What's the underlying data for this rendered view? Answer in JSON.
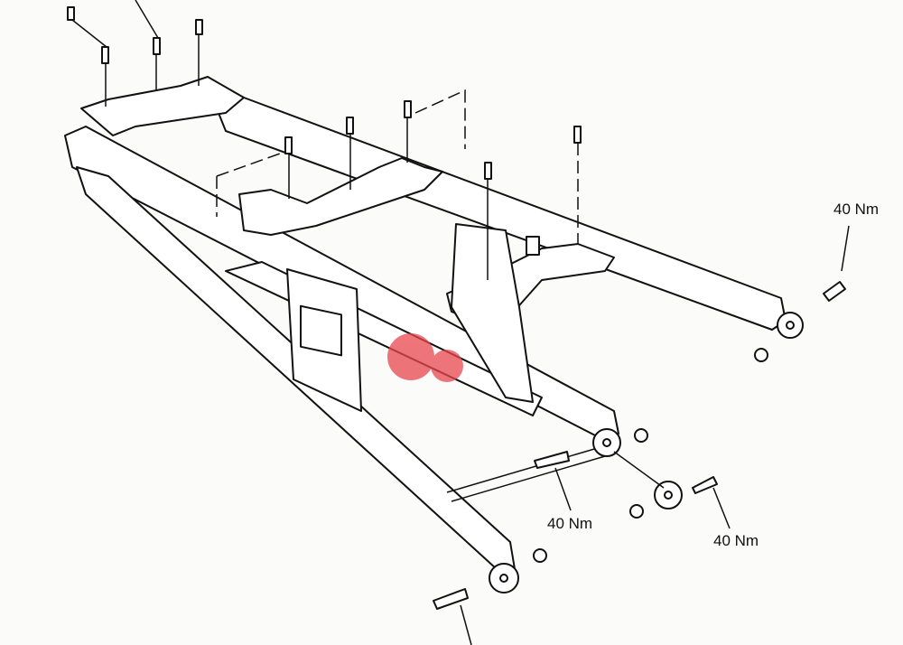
{
  "diagram": {
    "subject": "subframe-exploded-view",
    "torque_labels": [
      {
        "id": "rear-right-bolt",
        "text": "40 Nm"
      },
      {
        "id": "lower-left-bolt",
        "text": "40 Nm"
      },
      {
        "id": "lower-right-bolt",
        "text": "40 Nm"
      }
    ],
    "colors": {
      "line": "#111111",
      "background": "#fbfbfa",
      "mark": "#e8474e"
    }
  }
}
